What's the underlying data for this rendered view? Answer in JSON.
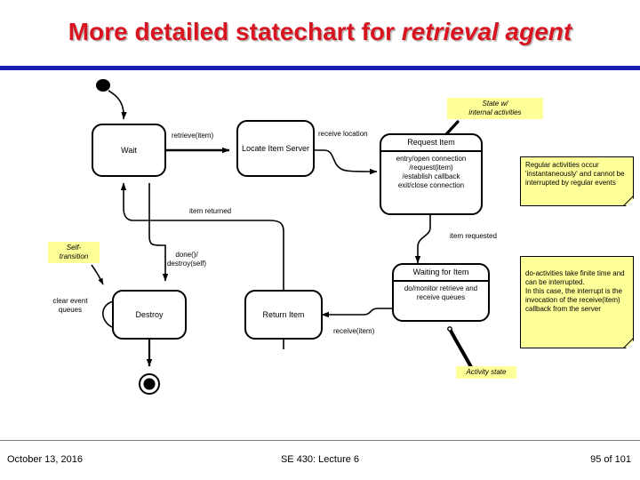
{
  "slide": {
    "title_main": "More detailed statechart for ",
    "title_italic": "retrieval agent",
    "title_color": "#d81420",
    "rule_color": "#1a1ab4",
    "note_color": "#ffff99"
  },
  "states": [
    {
      "id": "wait",
      "name": "Wait",
      "body": ""
    },
    {
      "id": "locate",
      "name": "Locate Item Server",
      "body": ""
    },
    {
      "id": "request",
      "name": "Request Item",
      "body": "entry/open connection\n/request(item)\n/establish callback\nexit/close connection"
    },
    {
      "id": "waiting",
      "name": "Waiting for Item",
      "body": "do/monitor retrieve and receive queues"
    },
    {
      "id": "return_item",
      "name": "Return Item",
      "body": ""
    },
    {
      "id": "destroy",
      "name": "Destroy",
      "body": ""
    }
  ],
  "transitions": [
    {
      "id": "t-retrieve",
      "label": "retrieve(item)"
    },
    {
      "id": "t-receive-loc",
      "label": "receive location"
    },
    {
      "id": "t-item-requested",
      "label": "item requested"
    },
    {
      "id": "t-receive-item",
      "label": "receive(item)"
    },
    {
      "id": "t-item-returned",
      "label": "item returned"
    },
    {
      "id": "t-done",
      "label": "done()/\ndestroy(self)"
    },
    {
      "id": "t-clear",
      "label": "clear event\nqueues"
    }
  ],
  "notes": [
    {
      "id": "note-internal",
      "text": "State w/\ninternal activities"
    },
    {
      "id": "note-regular",
      "text": "Regular activities occur 'instantaneously' and cannot be interrupted by regular events"
    },
    {
      "id": "note-do",
      "text": "do-activities take finite time and can be interrupted.\nIn this case, the interrupt is the invocation of the receive(item) callback from the server"
    },
    {
      "id": "note-self",
      "text": "Self-\ntransition"
    },
    {
      "id": "note-activity",
      "text": "Activity state"
    }
  ],
  "footer": {
    "date": "October 13, 2016",
    "center": "SE 430: Lecture 6",
    "page": "95 of 101"
  }
}
